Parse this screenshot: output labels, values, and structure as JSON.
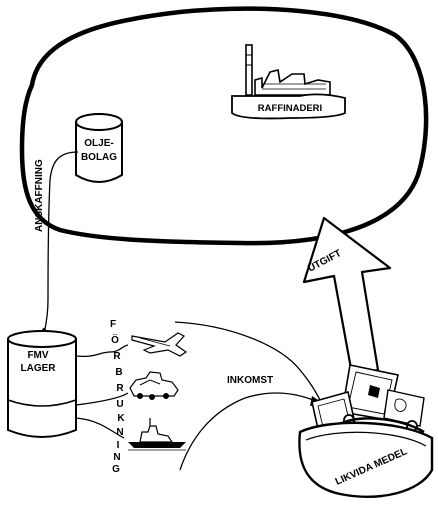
{
  "labels": {
    "oil_company_line1": "OLJE-",
    "oil_company_line2": "BOLAG",
    "refinery": "RAFFINADERI",
    "procurement": "ANSKAFFNING",
    "storage_line1": "FMV",
    "storage_line2": "LAGER",
    "consumption_letters": [
      "F",
      "Ö",
      "R",
      "B",
      "R",
      "U",
      "K",
      "N",
      "I",
      "N",
      "G"
    ],
    "income": "INKOMST",
    "expenditure": "UTGIFT",
    "liquid_funds": "LIKVIDA MEDEL"
  },
  "colors": {
    "ink": "#000000",
    "paper": "#ffffff",
    "light": "#efefef"
  }
}
